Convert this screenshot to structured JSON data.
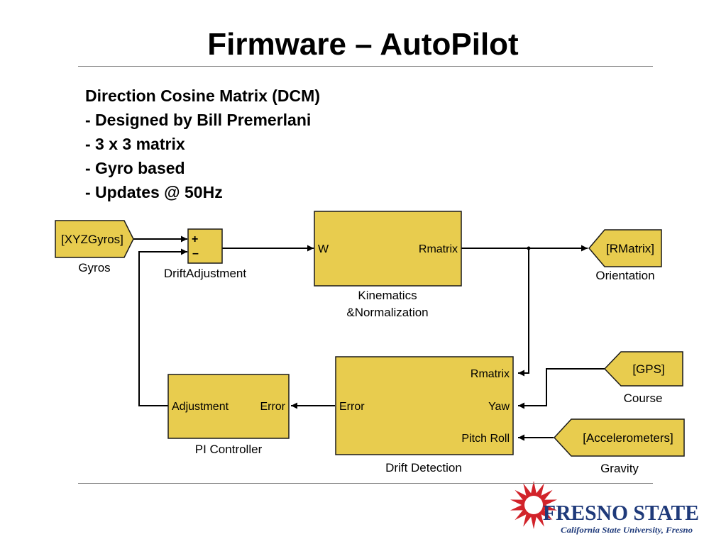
{
  "slide": {
    "title": "Firmware – AutoPilot",
    "bullets": [
      "Direction Cosine Matrix (DCM)",
      "- Designed by Bill Premerlani",
      "- 3 x 3 matrix",
      "- Gyro based",
      "- Updates @ 50Hz"
    ]
  },
  "diagram": {
    "colors": {
      "block_fill": "#e8cc4e",
      "block_stroke": "#1a1a1a",
      "line": "#000000"
    },
    "gyros_tag": {
      "text": "[XYZGyros]",
      "caption": "Gyros"
    },
    "sum_block": {
      "plus": "+",
      "minus": "–",
      "caption": "DriftAdjustment"
    },
    "kinematics": {
      "in_port": "W",
      "out_port": "Rmatrix",
      "caption_line1": "Kinematics",
      "caption_line2": "&Normalization"
    },
    "orientation_tag": {
      "text": "[RMatrix]",
      "caption": "Orientation"
    },
    "drift_detection": {
      "port_rmatrix": "Rmatrix",
      "port_yaw": "Yaw",
      "port_pitchroll": "Pitch Roll",
      "port_error": "Error",
      "caption": "Drift Detection"
    },
    "pi_controller": {
      "port_adjustment": "Adjustment",
      "port_error": "Error",
      "caption": "PI Controller"
    },
    "gps_tag": {
      "text": "[GPS]",
      "caption": "Course"
    },
    "accel_tag": {
      "text": "[Accelerometers]",
      "caption": "Gravity"
    }
  },
  "logo": {
    "name": "FRESNO STATE",
    "tagline": "California State University, Fresno",
    "colors": {
      "sun": "#d2232a",
      "text": "#1f3a7a"
    }
  }
}
